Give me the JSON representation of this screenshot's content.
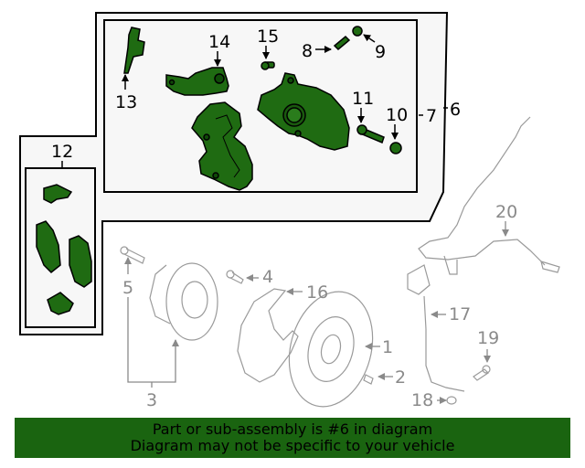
{
  "banner": {
    "line1": "Part or sub-assembly is #6 in diagram",
    "line2": "Diagram may not be specific to your vehicle"
  },
  "colors": {
    "highlight_fill": "#1f6b12",
    "banner_bg": "#1a6410",
    "inactive_line": "#9a9a9a",
    "panel_bg": "#f7f7f7"
  },
  "assembly": {
    "outer_label": "6",
    "inner_label": "7",
    "pads_label": "12"
  },
  "callouts": {
    "c1": "1",
    "c2": "2",
    "c3": "3",
    "c4": "4",
    "c5": "5",
    "c6": "6",
    "c7": "7",
    "c8": "8",
    "c9": "9",
    "c10": "10",
    "c11": "11",
    "c12": "12",
    "c13": "13",
    "c14": "14",
    "c15": "15",
    "c16": "16",
    "c17": "17",
    "c18": "18",
    "c19": "19",
    "c20": "20"
  },
  "parts": [
    {
      "id": "1",
      "name": "rotor",
      "highlighted": false
    },
    {
      "id": "2",
      "name": "rotor-screw",
      "highlighted": false
    },
    {
      "id": "3",
      "name": "hub-assembly",
      "highlighted": false
    },
    {
      "id": "4",
      "name": "hub-bolt",
      "highlighted": false
    },
    {
      "id": "5",
      "name": "wheel-stud",
      "highlighted": false
    },
    {
      "id": "6",
      "name": "caliper-assembly",
      "highlighted": true
    },
    {
      "id": "7",
      "name": "caliper-sub-assembly",
      "highlighted": true
    },
    {
      "id": "8",
      "name": "guide-pin",
      "highlighted": true
    },
    {
      "id": "9",
      "name": "guide-pin-boot",
      "highlighted": true
    },
    {
      "id": "10",
      "name": "bleeder-cap",
      "highlighted": true
    },
    {
      "id": "11",
      "name": "caliper-bolt",
      "highlighted": true
    },
    {
      "id": "12",
      "name": "brake-pads",
      "highlighted": true
    },
    {
      "id": "13",
      "name": "bracket",
      "highlighted": true
    },
    {
      "id": "14",
      "name": "bracket",
      "highlighted": true
    },
    {
      "id": "15",
      "name": "bolt",
      "highlighted": true
    },
    {
      "id": "16",
      "name": "splash-shield",
      "highlighted": false
    },
    {
      "id": "17",
      "name": "brake-hose",
      "highlighted": false
    },
    {
      "id": "18",
      "name": "washer",
      "highlighted": false
    },
    {
      "id": "19",
      "name": "hose-bolt",
      "highlighted": false
    },
    {
      "id": "20",
      "name": "abs-sensor",
      "highlighted": false
    }
  ]
}
